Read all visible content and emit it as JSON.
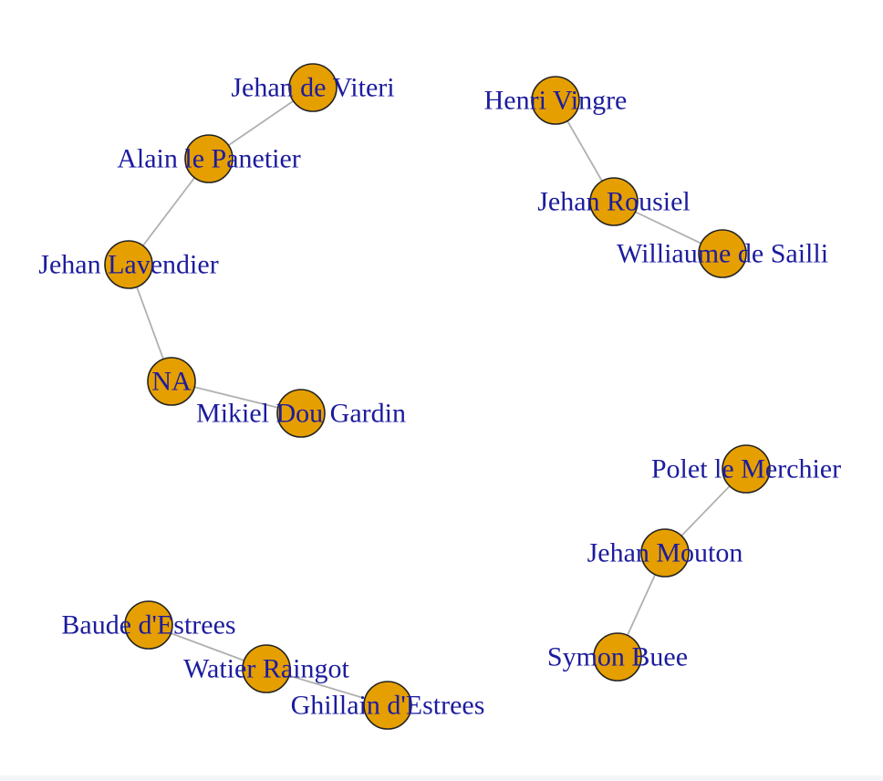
{
  "graph": {
    "colors": {
      "node_fill": "#e69f00",
      "node_stroke": "#222222",
      "edge": "#b0b0b0",
      "label": "#1c1c9e"
    },
    "nodes": [
      {
        "id": "jehan-de-viteri",
        "label": "Jehan de Viteri"
      },
      {
        "id": "alain-le-panetier",
        "label": "Alain le Panetier"
      },
      {
        "id": "jehan-lavendier",
        "label": "Jehan Lavendier"
      },
      {
        "id": "na",
        "label": "NA"
      },
      {
        "id": "mikiel-dou-gardin",
        "label": "Mikiel Dou Gardin"
      },
      {
        "id": "henri-vingre",
        "label": "Henri Vingre"
      },
      {
        "id": "jehan-rousiel",
        "label": "Jehan Rousiel"
      },
      {
        "id": "williaume-de-sailli",
        "label": "Williaume de Sailli"
      },
      {
        "id": "polet-le-merchier",
        "label": "Polet le Merchier"
      },
      {
        "id": "jehan-mouton",
        "label": "Jehan Mouton"
      },
      {
        "id": "symon-buee",
        "label": "Symon Buee"
      },
      {
        "id": "baude-destrees",
        "label": "Baude d'Estrees"
      },
      {
        "id": "watier-raingot",
        "label": "Watier Raingot"
      },
      {
        "id": "ghillain-destrees",
        "label": "Ghillain d'Estrees"
      }
    ],
    "edges": [
      {
        "source": "jehan-de-viteri",
        "target": "alain-le-panetier"
      },
      {
        "source": "alain-le-panetier",
        "target": "jehan-lavendier"
      },
      {
        "source": "jehan-lavendier",
        "target": "na"
      },
      {
        "source": "na",
        "target": "mikiel-dou-gardin"
      },
      {
        "source": "henri-vingre",
        "target": "jehan-rousiel"
      },
      {
        "source": "jehan-rousiel",
        "target": "williaume-de-sailli"
      },
      {
        "source": "polet-le-merchier",
        "target": "jehan-mouton"
      },
      {
        "source": "jehan-mouton",
        "target": "symon-buee"
      },
      {
        "source": "baude-destrees",
        "target": "watier-raingot"
      },
      {
        "source": "watier-raingot",
        "target": "ghillain-destrees"
      }
    ]
  }
}
